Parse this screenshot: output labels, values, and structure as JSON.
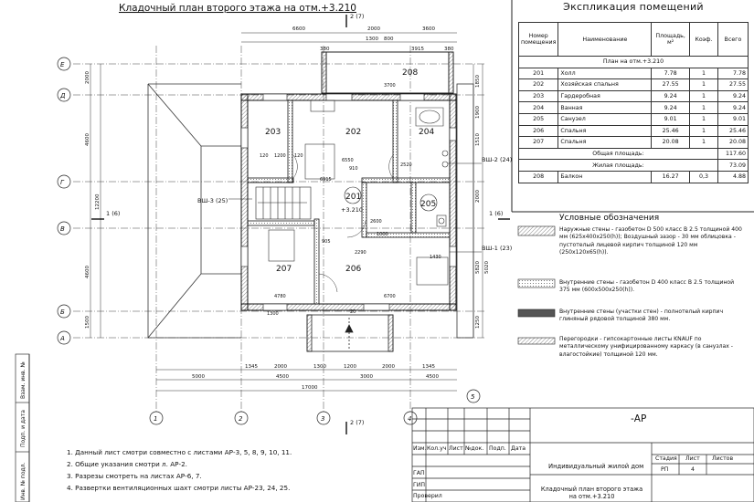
{
  "sheet_title": "Кладочный план второго этажа на отм.+3.210",
  "explication": {
    "title": "Экспликация помещений",
    "headers": [
      "Номер помещения",
      "Наименование",
      "Площадь, м²",
      "Коэф.",
      "Всего"
    ],
    "section": "План на отм.+3.210",
    "rows": [
      {
        "num": "201",
        "name": "Холл",
        "area": "7.78",
        "coef": "1",
        "total": "7.78"
      },
      {
        "num": "202",
        "name": "Хозяйская спальня",
        "area": "27.55",
        "coef": "1",
        "total": "27.55"
      },
      {
        "num": "203",
        "name": "Гардеробная",
        "area": "9.24",
        "coef": "1",
        "total": "9.24"
      },
      {
        "num": "204",
        "name": "Ванная",
        "area": "9.24",
        "coef": "1",
        "total": "9.24"
      },
      {
        "num": "205",
        "name": "Санузел",
        "area": "9.01",
        "coef": "1",
        "total": "9.01"
      },
      {
        "num": "206",
        "name": "Спальня",
        "area": "25.46",
        "coef": "1",
        "total": "25.46"
      },
      {
        "num": "207",
        "name": "Спальня",
        "area": "20.08",
        "coef": "1",
        "total": "20.08"
      }
    ],
    "total_area_label": "Общая площадь:",
    "total_area": "117.60",
    "living_area_label": "Жилая площадь:",
    "living_area": "73.09",
    "balcony": {
      "num": "208",
      "name": "Балкон",
      "area": "16.27",
      "coef": "0,3",
      "total": "4.88"
    }
  },
  "legend": {
    "title": "Условные обозначения",
    "items": [
      {
        "text": "Наружные стены - газобетон D 500 класс В 2.5 толщиной 400 мм (625х400х250(h)); Воздушный зазор - 30 мм облицовка - пустотелый лицевой кирпич толщиной 120 мм (250х120х65(h))."
      },
      {
        "text": "Внутренние стены - газобетон D 400 класс В 2.5 толщиной 375 мм (600х500х250(h))."
      },
      {
        "text": "Внутренние стены (участки стен) - полнотелый кирпич глиняный рядовой толщиной 380 мм."
      },
      {
        "text": "Перегородки - гипсокартонные листы KNAUF по металлическому унифицированному каркасу (в санузлах - влагостойкие) толщиной 120 мм."
      }
    ]
  },
  "notes": [
    "1. Данный лист смотри совместно с листами АР-3, 5, 8, 9, 10, 11.",
    "2. Общие указания смотри л. АР-2.",
    "3. Разрезы смотреть на листах АР-6, 7.",
    "4. Развертки вентиляционных шахт смотри листы АР-23, 24, 25."
  ],
  "title_block": {
    "code": "-АР",
    "object": "Индивидуальный жилой дом",
    "sheet_name": "Кладочный план второго этажа на отм.+3.210",
    "stage_label": "Стадия",
    "sheet_label": "Лист",
    "sheets_label": "Листов",
    "stage": "РП",
    "sheet": "4",
    "col_labels": [
      "Изм.",
      "Кол.уч",
      "Лист",
      "№док.",
      "Подп.",
      "Дата"
    ],
    "roles": [
      "ГАП",
      "ГИП",
      "Проверил"
    ]
  },
  "side_stamps": [
    "Взам. инв. №",
    "Подп. и дата",
    "Инв. № подл."
  ],
  "axes": {
    "rows": [
      "Е",
      "Д",
      "Г",
      "В",
      "Б",
      "А"
    ],
    "cols": [
      "1",
      "2",
      "3",
      "4",
      "5"
    ]
  },
  "rooms": [
    "208",
    "203",
    "202",
    "204",
    "201",
    "205",
    "207",
    "206"
  ],
  "room_201_level": "+3.210",
  "shafts": [
    "ВШ-3 (25)",
    "ВШ-2 (24)",
    "ВШ-1 (23)"
  ],
  "section_marks": [
    "2 (7)",
    "2 (7)",
    "1 (6)",
    "1 (6)"
  ],
  "dims": {
    "top": [
      "6600",
      "2000",
      "3600",
      "1300",
      "800",
      "380",
      "3915",
      "380"
    ],
    "bottom_chain": [
      "1345",
      "2000",
      "1200",
      "2000",
      "1345",
      "1300"
    ],
    "bottom_axes": [
      "5000",
      "4500",
      "3000",
      "4500"
    ],
    "total": "17000",
    "left": [
      "2000",
      "4600",
      "4600",
      "1500",
      "12200"
    ],
    "right": [
      "1850",
      "1900",
      "1510",
      "2000",
      "5820",
      "5020",
      "1250"
    ],
    "inner": [
      "3700",
      "6550",
      "2520",
      "6915",
      "2600",
      "2290",
      "4780",
      "6700",
      "910",
      "120",
      "1200",
      "120",
      "905",
      "1430",
      "1000",
      "1300",
      "20"
    ]
  },
  "stair_mark": "20"
}
